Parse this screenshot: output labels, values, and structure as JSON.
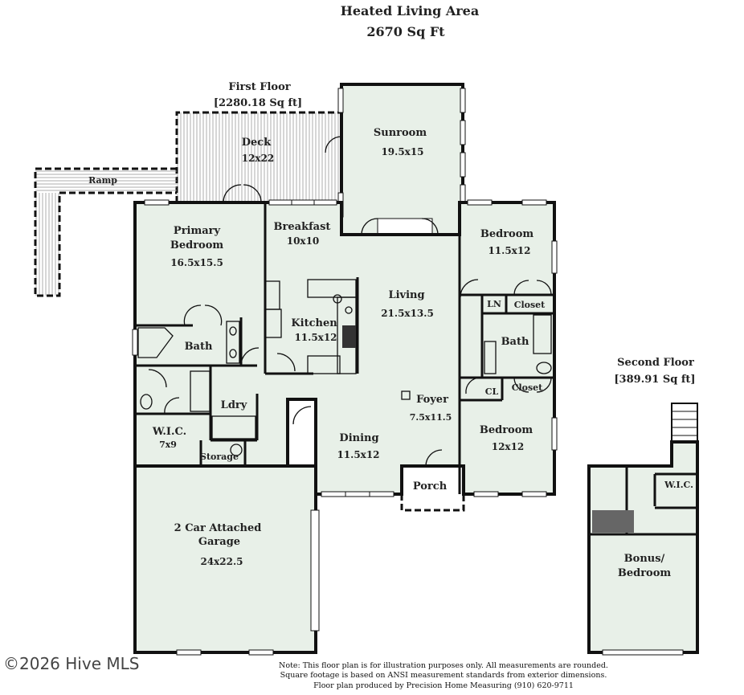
{
  "header": {
    "title": "Heated Living Area",
    "total": "2670 Sq Ft"
  },
  "first_floor": {
    "label": "First Floor",
    "area": "[2280.18 Sq ft]",
    "rooms": {
      "deck": {
        "name": "Deck",
        "dim": "12x22"
      },
      "ramp": {
        "name": "Ramp"
      },
      "sunroom": {
        "name": "Sunroom",
        "dim": "19.5x15"
      },
      "primary_bedroom": {
        "name1": "Primary",
        "name2": "Bedroom",
        "dim": "16.5x15.5"
      },
      "breakfast": {
        "name": "Breakfast",
        "dim": "10x10"
      },
      "bedroom_top": {
        "name": "Bedroom",
        "dim": "11.5x12"
      },
      "living": {
        "name": "Living",
        "dim": "21.5x13.5"
      },
      "kitchen": {
        "name": "Kitchen",
        "dim": "11.5x12"
      },
      "ln": {
        "name": "LN"
      },
      "closet_top": {
        "name": "Closet"
      },
      "bath_primary": {
        "name": "Bath"
      },
      "bath_hall": {
        "name": "Bath"
      },
      "ldry": {
        "name": "Ldry"
      },
      "foyer": {
        "name": "Foyer",
        "dim": "7.5x11.5"
      },
      "cl": {
        "name": "CL"
      },
      "closet_bottom": {
        "name": "Closet"
      },
      "wic": {
        "name": "W.I.C.",
        "dim": "7x9"
      },
      "storage": {
        "name": "Storage"
      },
      "dining": {
        "name": "Dining",
        "dim": "11.5x12"
      },
      "bedroom_bottom": {
        "name": "Bedroom",
        "dim": "12x12"
      },
      "porch": {
        "name": "Porch"
      },
      "garage": {
        "name1": "2 Car Attached",
        "name2": "Garage",
        "dim": "24x22.5"
      }
    }
  },
  "second_floor": {
    "label": "Second Floor",
    "area": "[389.91 Sq ft]",
    "rooms": {
      "wic": {
        "name": "W.I.C."
      },
      "bonus": {
        "name1": "Bonus/",
        "name2": "Bedroom"
      }
    }
  },
  "footer": {
    "note1": "Note: This floor plan is for illustration purposes only. All measurements are rounded.",
    "note2": "Square footage is based on ANSI measurement standards from exterior dimensions.",
    "note3": "Floor plan produced by Precision Home Measuring (910) 620-9711"
  },
  "watermark": "©2026 Hive MLS",
  "colors": {
    "room_fill": "#e8f0e8",
    "wall": "#111111"
  }
}
